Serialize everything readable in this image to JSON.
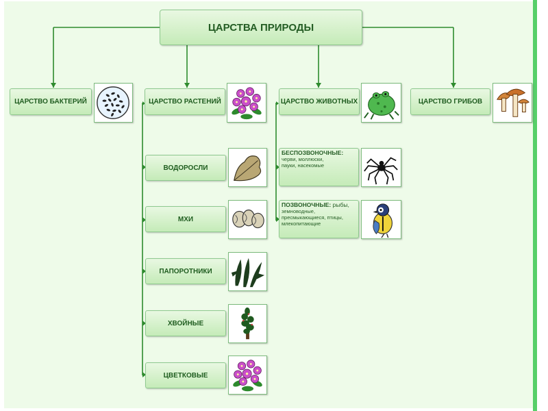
{
  "title": "ЦАРСТВА ПРИРОДЫ",
  "kingdoms": {
    "bacteria": {
      "label": "ЦАРСТВО БАКТЕРИЙ",
      "icon": "bacteria-icon"
    },
    "plants": {
      "label": "ЦАРСТВО РАСТЕНИЙ",
      "icon": "flower-icon"
    },
    "animals": {
      "label": "ЦАРСТВО ЖИВОТНЫХ",
      "icon": "frog-icon"
    },
    "fungi": {
      "label": "ЦАРСТВО ГРИБОВ",
      "icon": "mushroom-icon"
    }
  },
  "plant_groups": [
    {
      "label": "ВОДОРОСЛИ",
      "icon": "algae-leaf-icon"
    },
    {
      "label": "МХИ",
      "icon": "moss-icon"
    },
    {
      "label": "ПАПОРОТНИКИ",
      "icon": "fern-icon"
    },
    {
      "label": "ХВОЙНЫЕ",
      "icon": "conifer-icon"
    },
    {
      "label": "ЦВЕТКОВЫЕ",
      "icon": "flower-icon"
    }
  ],
  "animal_groups": [
    {
      "header": "БЕСПОЗВОНОЧНЫЕ:",
      "lines": [
        "черви, моллюски,",
        "пауки, насекомые"
      ],
      "icon": "spider-icon"
    },
    {
      "header": "ПОЗВОНОЧНЫЕ:",
      "header_tail": "рыбы,",
      "lines": [
        "земноводные, пресмыкающиеся, птицы,",
        "млекопитающие"
      ],
      "icon": "bird-icon"
    }
  ],
  "colors": {
    "box_text": "#1f5d1f",
    "connector": "#2e8b2e",
    "panel_bg": "#eefbe9",
    "edge": "#57cf69"
  }
}
